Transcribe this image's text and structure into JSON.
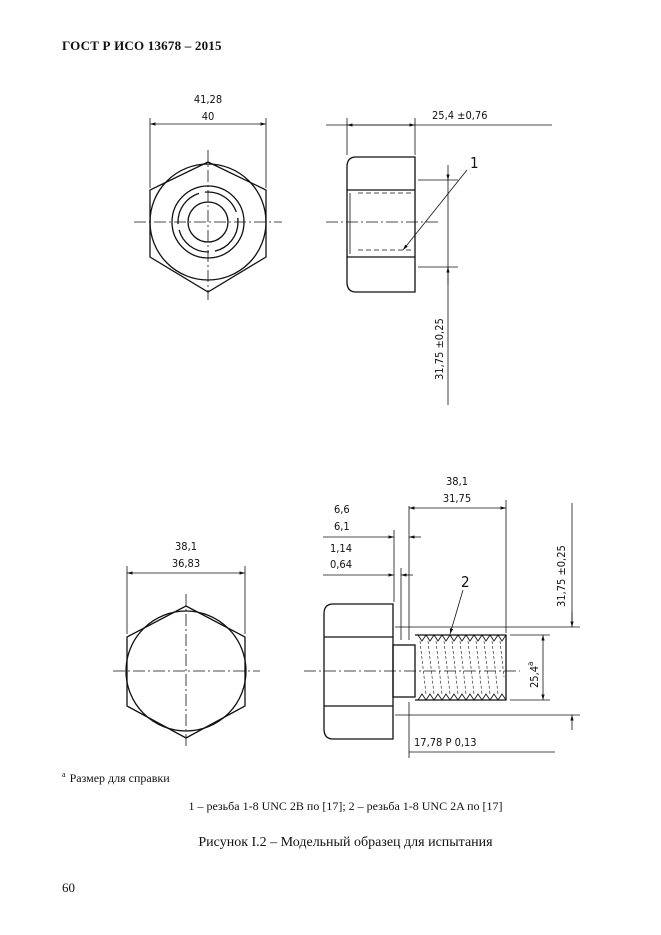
{
  "header": {
    "title": "ГОСТ Р ИСО 13678 – 2015"
  },
  "top_drawing": {
    "nut_width_1": "41,28",
    "nut_width_2": "40",
    "thickness": "25,4  ±0,76",
    "callout": "1",
    "height": "31,75  ±0,25"
  },
  "bottom_drawing": {
    "nut_width_1": "38,1",
    "nut_width_2": "36,83",
    "dim_a_1": "6,6",
    "dim_a_2": "6,1",
    "dim_b_1": "1,14",
    "dim_b_2": "0,64",
    "thread_len_1": "38,1",
    "thread_len_2": "31,75",
    "callout": "2",
    "height": "31,75  ±0,25",
    "thread_dia": "25,4",
    "thread_dia_mark": "а",
    "length_pitch": "17,78  Р  0,13"
  },
  "footnote": {
    "mark": "а",
    "text": "Размер для справки"
  },
  "legend": "1 – резьба 1-8 UNC 2B по [17]; 2 – резьба 1-8 UNC 2A по [17]",
  "caption": "Рисунок I.2 – Модельный образец для испытания",
  "page_number": "60"
}
